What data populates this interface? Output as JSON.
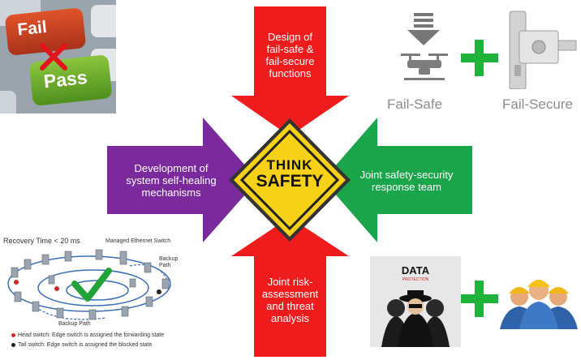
{
  "arrows": {
    "top": "Design of\nfail-safe &\nfail-secure\nfunctions",
    "left": "Development of\nsystem self-healing\nmechanisms",
    "right": "Joint safety-security\nresponse team",
    "bottom": "Joint risk-\nassessment\nand threat\nanalysis"
  },
  "sign": {
    "line1": "THINK",
    "line2": "SAFETY"
  },
  "keyboard": {
    "fail": "Fail",
    "pass": "Pass"
  },
  "failsafe": {
    "left_label": "Fail-Safe",
    "right_label": "Fail-Secure"
  },
  "network": {
    "recovery": "Recovery Time < 20 ms",
    "switch_label": "Managed Ethernet Switch",
    "backup_path_1": "Backup\nPath",
    "backup_path_2": "Backup Path",
    "legend_head": "Head switch: Edge switch is assigned the forwarding state",
    "legend_tail": "Tail switch: Edge switch is assigned the blocked state"
  },
  "data_protection": {
    "title": "DATA",
    "subtitle": "PROTECTION"
  },
  "colors": {
    "red": "#ee1c1c",
    "purple": "#7a2a9c",
    "green": "#1aa54a",
    "plus": "#1fb33a",
    "sign_yellow": "#f7d117"
  }
}
